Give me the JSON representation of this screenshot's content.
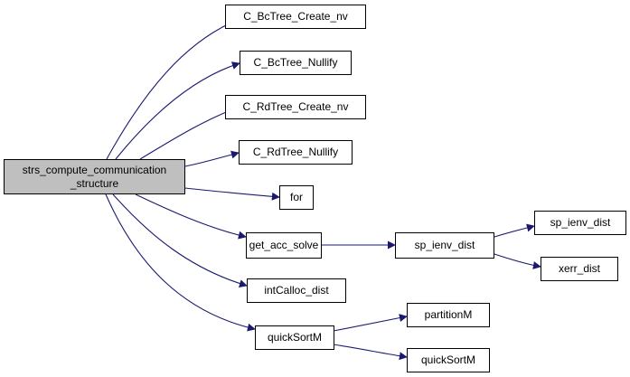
{
  "graph": {
    "root": {
      "line1": "strs_compute_communication",
      "line2": "_structure"
    },
    "nodes": {
      "bctree_create_nv": "C_BcTree_Create_nv",
      "bctree_nullify": "C_BcTree_Nullify",
      "rdtree_create_nv": "C_RdTree_Create_nv",
      "rdtree_nullify": "C_RdTree_Nullify",
      "for": "for",
      "get_acc_solve": "get_acc_solve",
      "sp_ienv_dist": "sp_ienv_dist",
      "sp_ienv_dist_leaf": "sp_ienv_dist",
      "xerr_dist": "xerr_dist",
      "intcalloc_dist": "intCalloc_dist",
      "quicksortm": "quickSortM",
      "partitionm": "partitionM",
      "quicksortm_leaf": "quickSortM"
    },
    "colors": {
      "edge": "#191970",
      "root_fill": "#bfbfbf",
      "node_fill": "#ffffff",
      "border": "#000000"
    }
  }
}
